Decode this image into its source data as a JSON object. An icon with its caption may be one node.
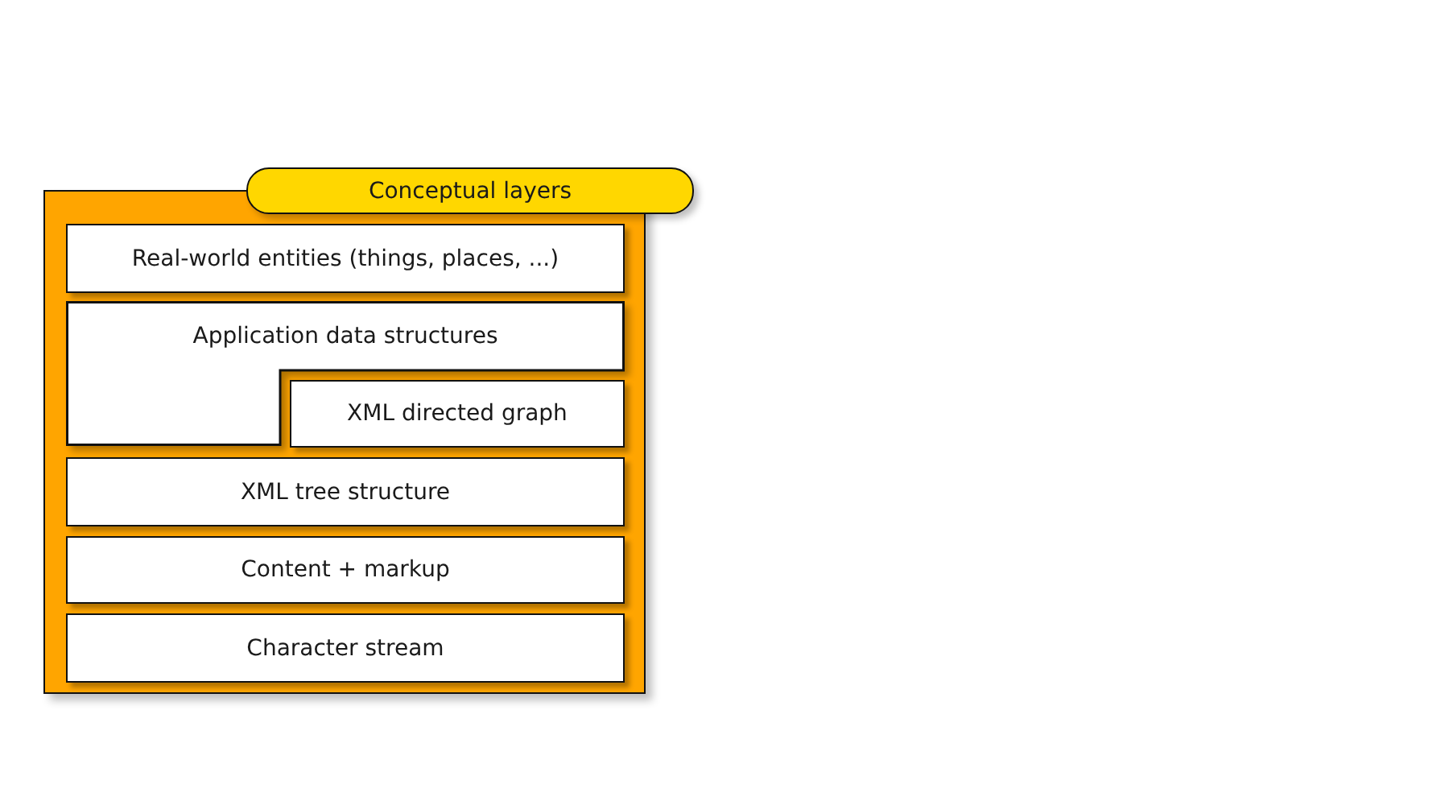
{
  "diagram": {
    "nodes": [
      {
        "text": [
          "Conceptual layers"
        ]
      },
      {
        "text": [
          "Real-world entities (things, places, ...)"
        ],
        "in": 0
      },
      {
        "text": [
          "Application data structures"
        ],
        "in": 0
      },
      {
        "text": [
          "XML directed graph"
        ],
        "in": 0
      },
      {
        "text": [
          "XML tree structure"
        ],
        "in": 0
      },
      {
        "text": [
          "Content + markup"
        ],
        "in": 0
      },
      {
        "text": [
          "Character stream"
        ],
        "in": 0
      }
    ]
  }
}
